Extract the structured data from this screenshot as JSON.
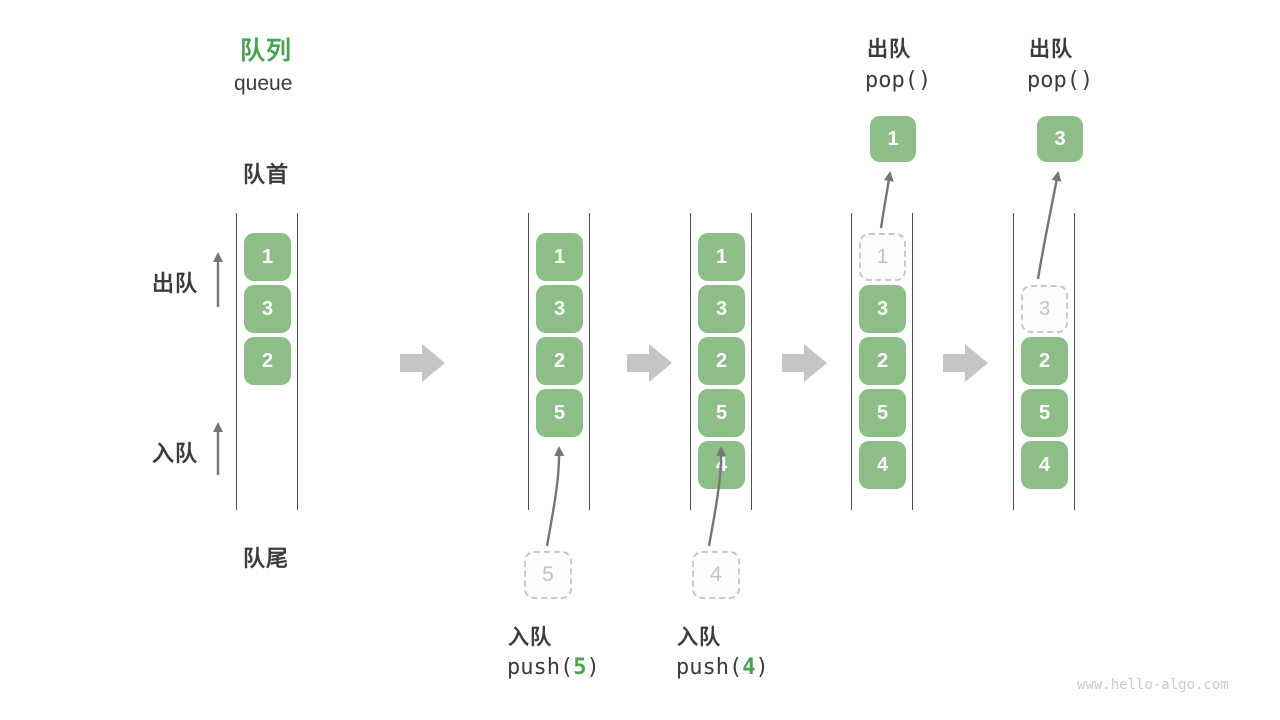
{
  "header": {
    "title_zh": "队列",
    "title_en": "queue"
  },
  "side_labels": {
    "front": "队首",
    "rear": "队尾",
    "dequeue": "出队",
    "enqueue": "入队"
  },
  "colors": {
    "accent_green": "#4ba352",
    "box_green": "#8dbe87",
    "dark_text": "#3c3c3c",
    "line_gray": "#4f4f4f",
    "thin_arrow_gray": "#767676",
    "block_arrow_gray": "#c5c5c5",
    "dashed_gray": "#c9c9c9",
    "dashed_text": "#c2c2c2",
    "watermark_gray": "#cbcbcb"
  },
  "states": [
    {
      "cells": [
        {
          "slot": 0,
          "value": "1",
          "type": "solid"
        },
        {
          "slot": 1,
          "value": "3",
          "type": "solid"
        },
        {
          "slot": 2,
          "value": "2",
          "type": "solid"
        }
      ]
    },
    {
      "cells": [
        {
          "slot": 0,
          "value": "1",
          "type": "solid"
        },
        {
          "slot": 1,
          "value": "3",
          "type": "solid"
        },
        {
          "slot": 2,
          "value": "2",
          "type": "solid"
        },
        {
          "slot": 3,
          "value": "5",
          "type": "solid"
        }
      ],
      "staging_value": "5",
      "op_zh": "入队",
      "code_pre": "push(",
      "code_arg": "5",
      "code_post": ")"
    },
    {
      "cells": [
        {
          "slot": 0,
          "value": "1",
          "type": "solid"
        },
        {
          "slot": 1,
          "value": "3",
          "type": "solid"
        },
        {
          "slot": 2,
          "value": "2",
          "type": "solid"
        },
        {
          "slot": 3,
          "value": "5",
          "type": "solid"
        },
        {
          "slot": 4,
          "value": "4",
          "type": "solid"
        }
      ],
      "staging_value": "4",
      "op_zh": "入队",
      "code_pre": "push(",
      "code_arg": "4",
      "code_post": ")"
    },
    {
      "cells": [
        {
          "slot": 0,
          "value": "1",
          "type": "dashed"
        },
        {
          "slot": 1,
          "value": "3",
          "type": "solid"
        },
        {
          "slot": 2,
          "value": "2",
          "type": "solid"
        },
        {
          "slot": 3,
          "value": "5",
          "type": "solid"
        },
        {
          "slot": 4,
          "value": "4",
          "type": "solid"
        }
      ],
      "popped_value": "1",
      "op_zh": "出队",
      "code": "pop()"
    },
    {
      "cells": [
        {
          "slot": 1,
          "value": "3",
          "type": "dashed"
        },
        {
          "slot": 2,
          "value": "2",
          "type": "solid"
        },
        {
          "slot": 3,
          "value": "5",
          "type": "solid"
        },
        {
          "slot": 4,
          "value": "4",
          "type": "solid"
        }
      ],
      "popped_value": "3",
      "op_zh": "出队",
      "code": "pop()"
    }
  ],
  "watermark": "www.hello-algo.com"
}
